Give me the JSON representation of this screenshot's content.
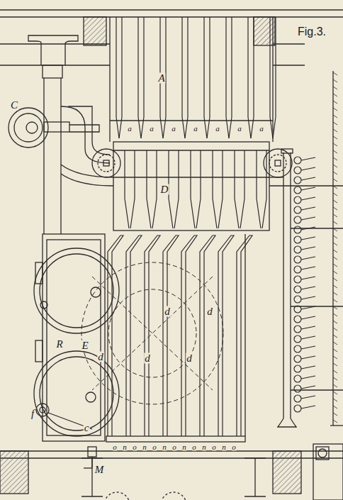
{
  "diagram": {
    "labels": [
      "Fig.3.",
      "A",
      "C",
      "a",
      "a",
      "a",
      "a",
      "a",
      "a",
      "a",
      "D",
      "d",
      "d",
      "d",
      "d",
      "d",
      "R",
      "E",
      "f",
      "c",
      "M",
      "o",
      "n",
      "o",
      "n",
      "o",
      "n",
      "o",
      "n",
      "o",
      "n",
      "o",
      "n",
      "o"
    ]
  }
}
